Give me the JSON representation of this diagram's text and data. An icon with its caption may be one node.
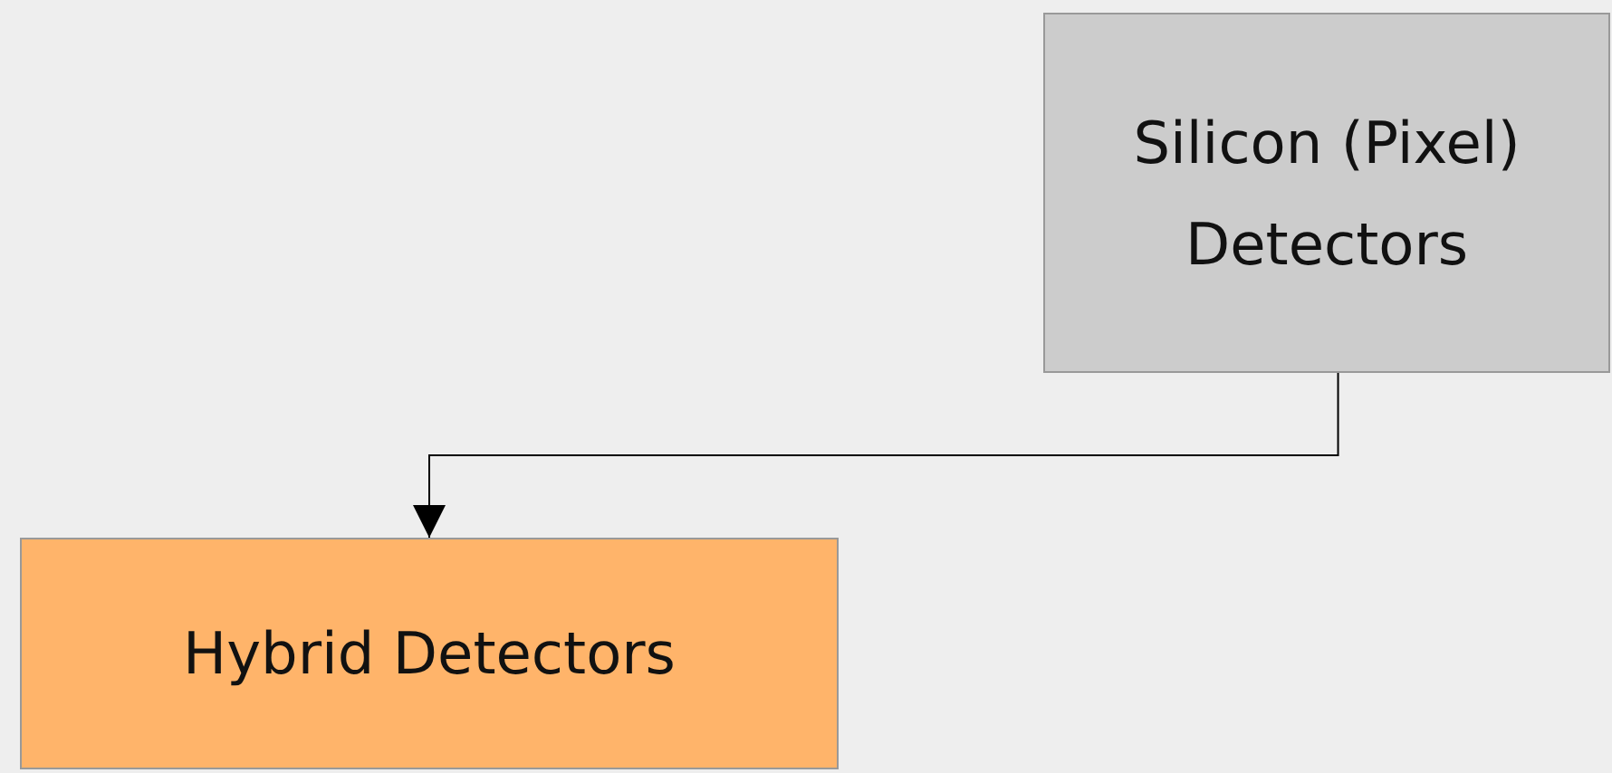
{
  "diagram": {
    "nodes": [
      {
        "text": [
          "Silicon (Pixel) Detectors"
        ]
      },
      {
        "text": [
          "Hybrid Detectors"
        ]
      }
    ],
    "edges": [
      {
        "from": 0,
        "to": 1,
        "arrow": "to"
      }
    ]
  }
}
